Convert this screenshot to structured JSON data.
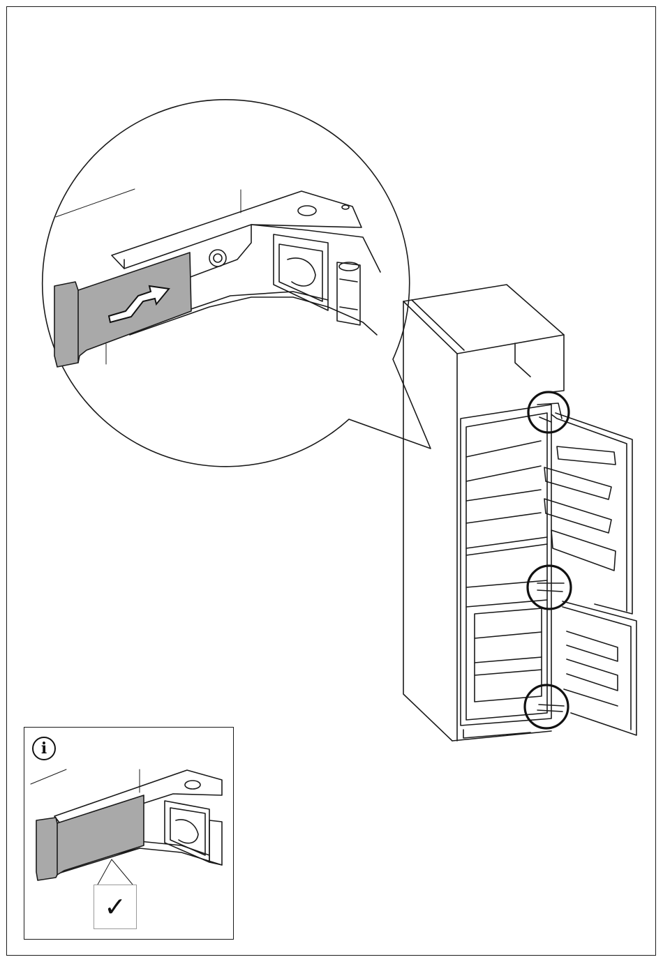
{
  "info_box": {
    "icon": "info-icon",
    "icon_glyph": "i",
    "check_glyph": "✓",
    "check_icon": "checkmark-icon"
  },
  "illustration": {
    "main_icon": "built-in-fridge-freezer-illustration",
    "detail_icon": "hinge-cover-slide-on-detail",
    "arrow_icon": "slide-arrow-icon",
    "highlight_icon": "hinge-highlight-circle-icon",
    "highlight_count": 3
  },
  "colors": {
    "cover": "#a9a9a9",
    "line": "#1a1a1a",
    "background": "#ffffff"
  }
}
